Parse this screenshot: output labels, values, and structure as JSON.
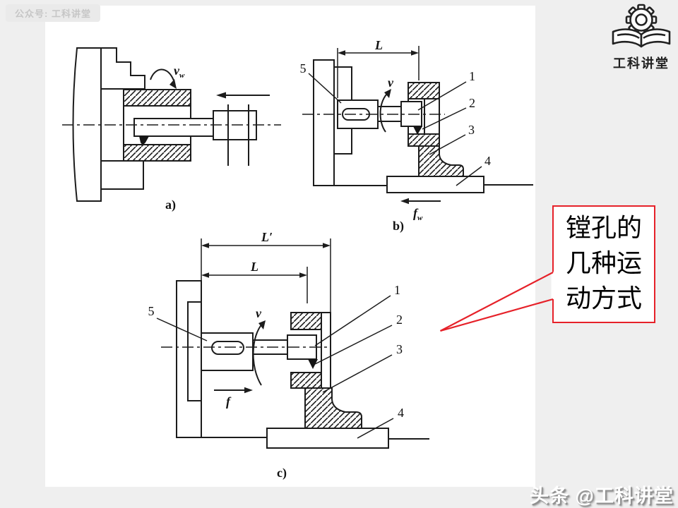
{
  "page": {
    "background": "#efefef",
    "slide_background": "#ffffff",
    "line_color": "#1c1c1c",
    "accent_red": "#e62129"
  },
  "top_bar": {
    "badge_text": "公众号: 工科讲堂"
  },
  "logo": {
    "caption": "工科讲堂"
  },
  "callout": {
    "line1": "镗孔的",
    "line2": "几种运",
    "line3": "动方式"
  },
  "watermark": {
    "text": "头条 @工科讲堂"
  },
  "figure": {
    "a": {
      "caption": "a)",
      "speed_main": "v",
      "speed_sub": "w"
    },
    "b": {
      "caption": "b)",
      "dim": "L",
      "speed": "v",
      "feed_main": "f",
      "feed_sub": "w",
      "part1": "1",
      "part2": "2",
      "part3": "3",
      "part4": "4",
      "part5": "5"
    },
    "c": {
      "caption": "c)",
      "dim_outer": "L′",
      "dim_inner": "L",
      "speed": "v",
      "feed": "f",
      "part1": "1",
      "part2": "2",
      "part3": "3",
      "part4": "4",
      "part5": "5"
    }
  }
}
